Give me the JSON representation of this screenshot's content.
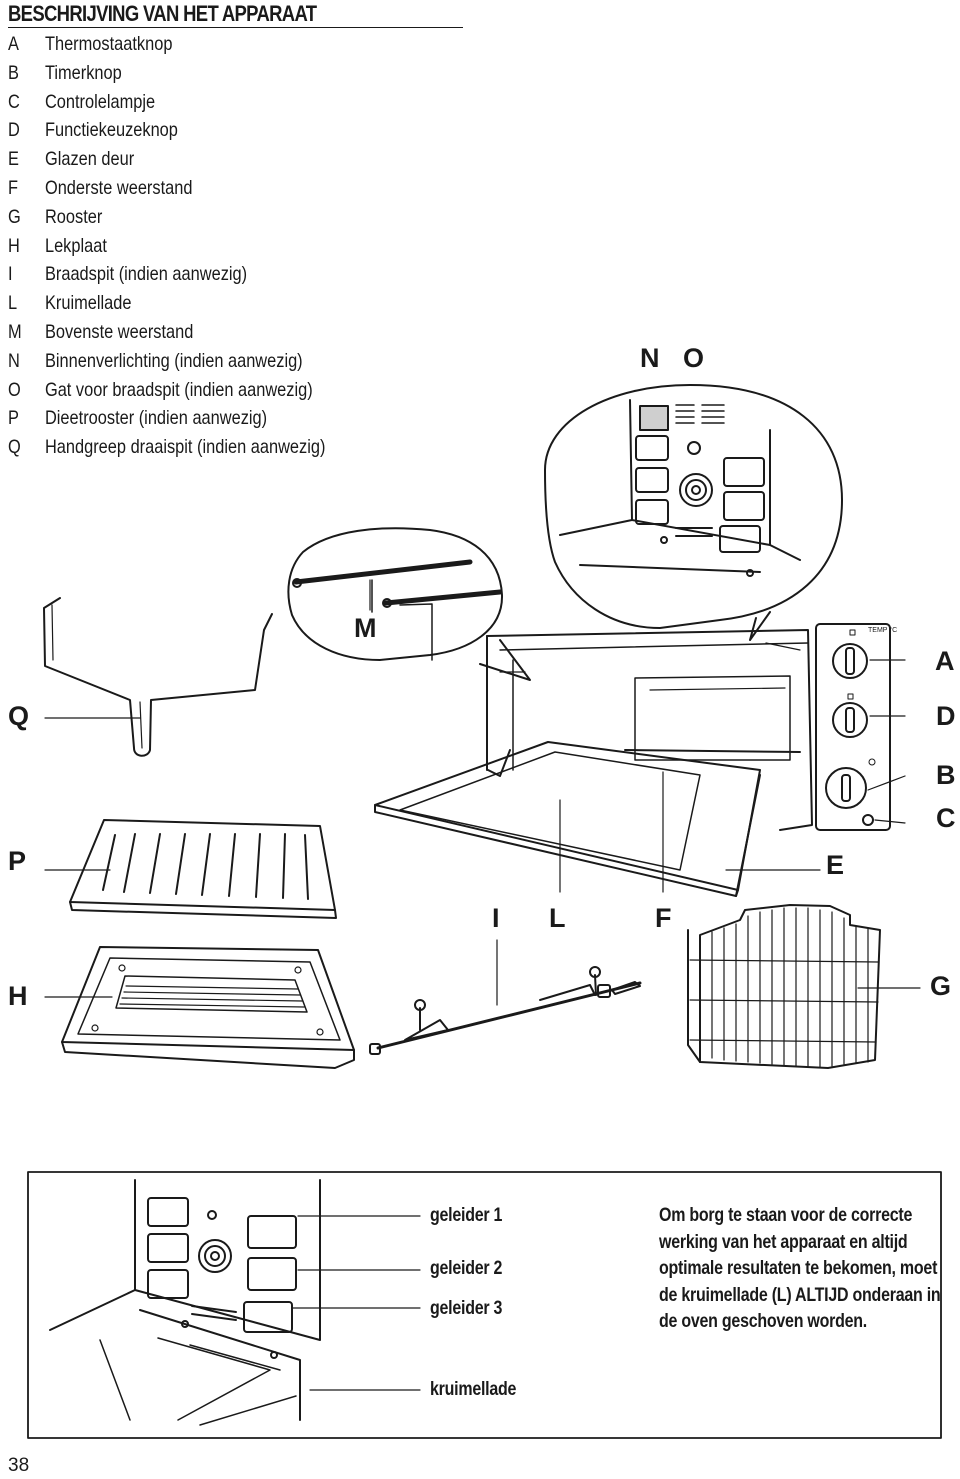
{
  "heading": "BESCHRIJVING VAN HET APPARAAT",
  "parts": [
    {
      "letter": "A",
      "label": "Thermostaatknop"
    },
    {
      "letter": "B",
      "label": "Timerknop"
    },
    {
      "letter": "C",
      "label": "Controlelampje"
    },
    {
      "letter": "D",
      "label": "Functiekeuzeknop"
    },
    {
      "letter": "E",
      "label": "Glazen deur"
    },
    {
      "letter": "F",
      "label": "Onderste weerstand"
    },
    {
      "letter": "G",
      "label": "Rooster"
    },
    {
      "letter": "H",
      "label": "Lekplaat"
    },
    {
      "letter": "I",
      "label": "Braadspit (indien aanwezig)"
    },
    {
      "letter": "L",
      "label": "Kruimellade"
    },
    {
      "letter": "M",
      "label": "Bovenste weerstand"
    },
    {
      "letter": "N",
      "label": "Binnenverlichting (indien aanwezig)"
    },
    {
      "letter": "O",
      "label": "Gat voor braadspit (indien aanwezig)"
    },
    {
      "letter": "P",
      "label": "Dieetrooster (indien aanwezig)"
    },
    {
      "letter": "Q",
      "label": "Handgreep draaispit (indien aanwezig)"
    }
  ],
  "callouts": {
    "N": "N",
    "O": "O",
    "M": "M",
    "A": "A",
    "D": "D",
    "B": "B",
    "C": "C",
    "E": "E",
    "Q": "Q",
    "P": "P",
    "I": "I",
    "L": "L",
    "F": "F",
    "H": "H",
    "G": "G"
  },
  "panel_marks": {
    "temp": "TEMP °C"
  },
  "guides": {
    "g1": "geleider 1",
    "g2": "geleider 2",
    "g3": "geleider 3",
    "crumb": "kruimellade"
  },
  "note": "Om borg te staan voor de correcte werking van het apparaat en altijd optimale resultaten te bekomen, moet de kruimellade (L) ALTIJD onderaan in de oven geschoven worden.",
  "page_number": "38"
}
